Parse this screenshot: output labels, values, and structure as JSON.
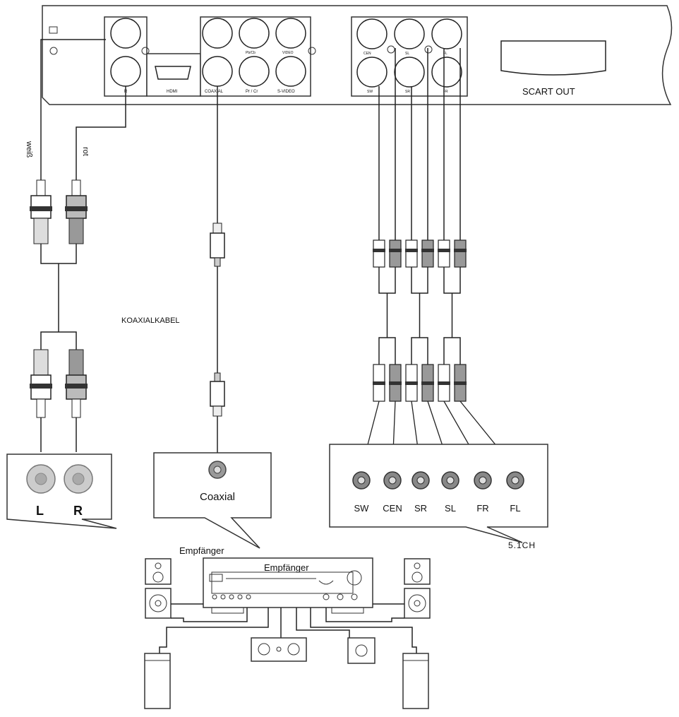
{
  "labels": {
    "scart_out": "SCART OUT",
    "weiss": "weiß",
    "rot": "rot",
    "koaxialkabel": "KOAXIALKABEL",
    "coaxial": "Coaxial",
    "empfaenger_top": "Empfänger",
    "empfaenger_device": "Empfänger",
    "five_one": "5.1CH",
    "left": "L",
    "right": "R"
  },
  "panel_small_labels": {
    "r": "R",
    "hdmi": "HDMI",
    "coaxial": "COAXIAL",
    "pr_cr": "Pr / Cr",
    "s_video": "S-VIDEO",
    "cb": "Pb/Cb",
    "video": "VIDEO",
    "cen": "CEN",
    "sl": "SL",
    "fl": "FL",
    "sw": "SW",
    "sr": "SR",
    "fr": "FR"
  },
  "channels": [
    "SW",
    "CEN",
    "SR",
    "SL",
    "FR",
    "FL"
  ]
}
